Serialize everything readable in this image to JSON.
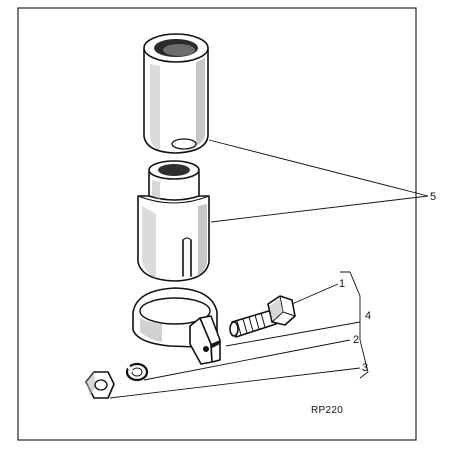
{
  "callouts": [
    {
      "id": "c1",
      "label": "1"
    },
    {
      "id": "c2",
      "label": "2"
    },
    {
      "id": "c3",
      "label": "3"
    },
    {
      "id": "c4",
      "label": "4"
    },
    {
      "id": "c5",
      "label": "5"
    }
  ],
  "reference_code": "RP220"
}
